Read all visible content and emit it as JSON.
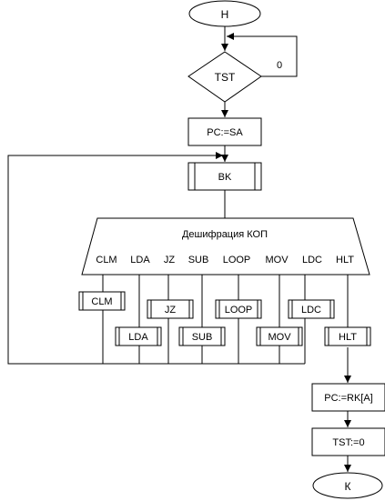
{
  "flowchart": {
    "start_label": "Н",
    "decision_label": "TST",
    "decision_loop_label": "0",
    "pc_sa_label": "PC:=SA",
    "bk_label": "BK",
    "decode_title": "Дешифрация КОП",
    "opcodes": [
      "CLM",
      "LDA",
      "JZ",
      "SUB",
      "LOOP",
      "MOV",
      "LDC",
      "HLT"
    ],
    "subroutines": [
      "CLM",
      "LDA",
      "JZ",
      "SUB",
      "LOOP",
      "MOV",
      "LDC",
      "HLT"
    ],
    "pc_rk_label": "PC:=RK[A]",
    "tst_reset_label": "TST:=0",
    "end_label": "К"
  }
}
